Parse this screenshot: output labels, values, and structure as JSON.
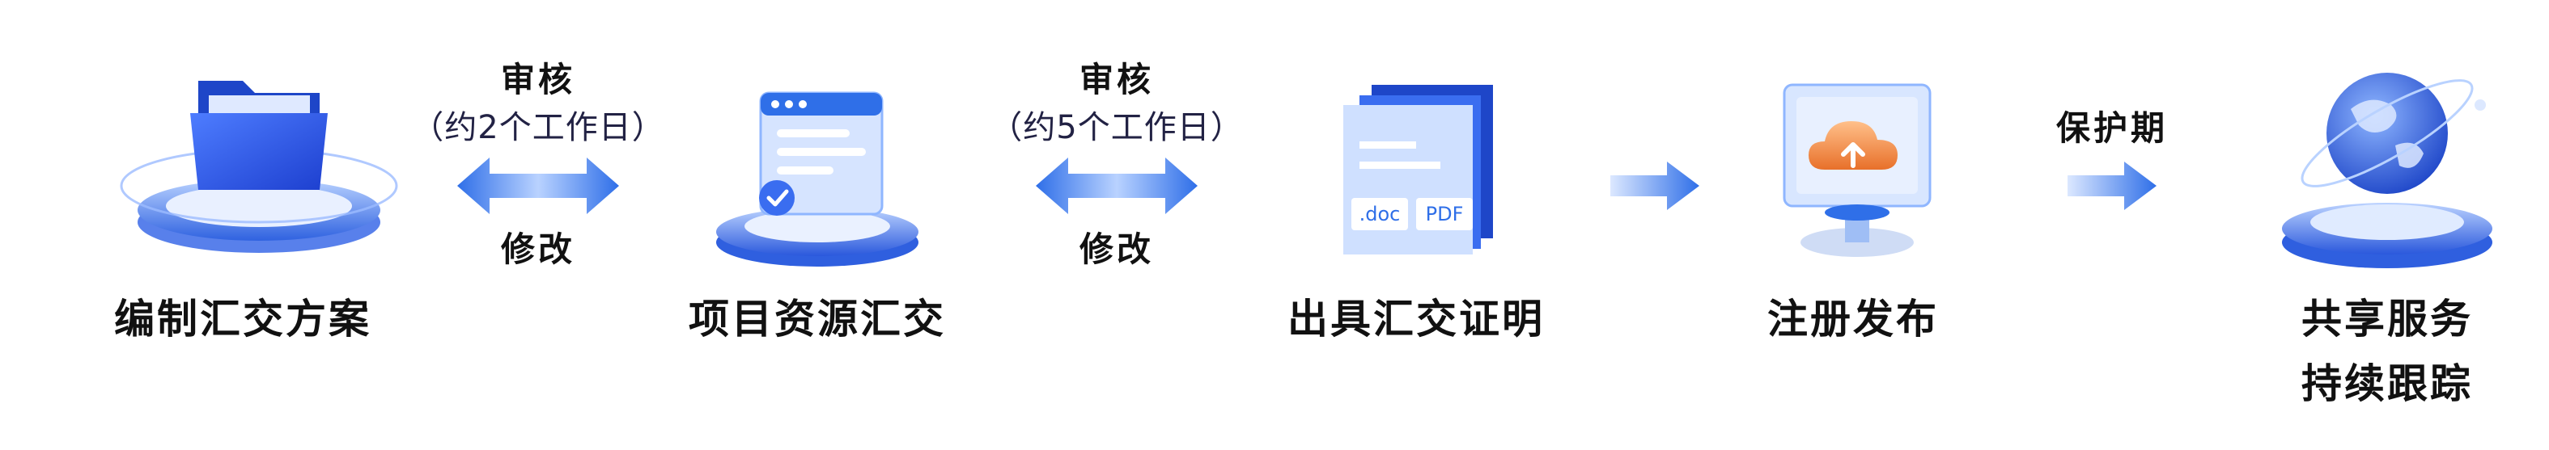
{
  "steps": [
    {
      "label": "编制汇交方案",
      "icon": "folder-platform-icon"
    },
    {
      "label": "项目资源汇交",
      "icon": "document-check-platform-icon"
    },
    {
      "label": "出具汇交证明",
      "icon": "doc-pdf-stack-icon"
    },
    {
      "label": "注册发布",
      "icon": "cloud-upload-monitor-icon"
    },
    {
      "label_line1": "共享服务",
      "label_line2": "持续跟踪",
      "icon": "globe-platform-icon"
    }
  ],
  "connectors": [
    {
      "top": "审核",
      "middle": "（约2个工作日）",
      "bottom": "修改",
      "type": "double-arrow"
    },
    {
      "top": "审核",
      "middle": "（约5个工作日）",
      "bottom": "修改",
      "type": "double-arrow"
    },
    {
      "type": "right-arrow"
    },
    {
      "top": "保护期",
      "type": "right-arrow"
    }
  ],
  "doc_tags": {
    "doc": ".doc",
    "pdf": "PDF"
  },
  "colors": {
    "primary": "#2f6fe8",
    "dark_blue": "#1e46c8",
    "light_blue": "#8fb6ff",
    "orange": "#f08a3c",
    "text": "#111111"
  }
}
